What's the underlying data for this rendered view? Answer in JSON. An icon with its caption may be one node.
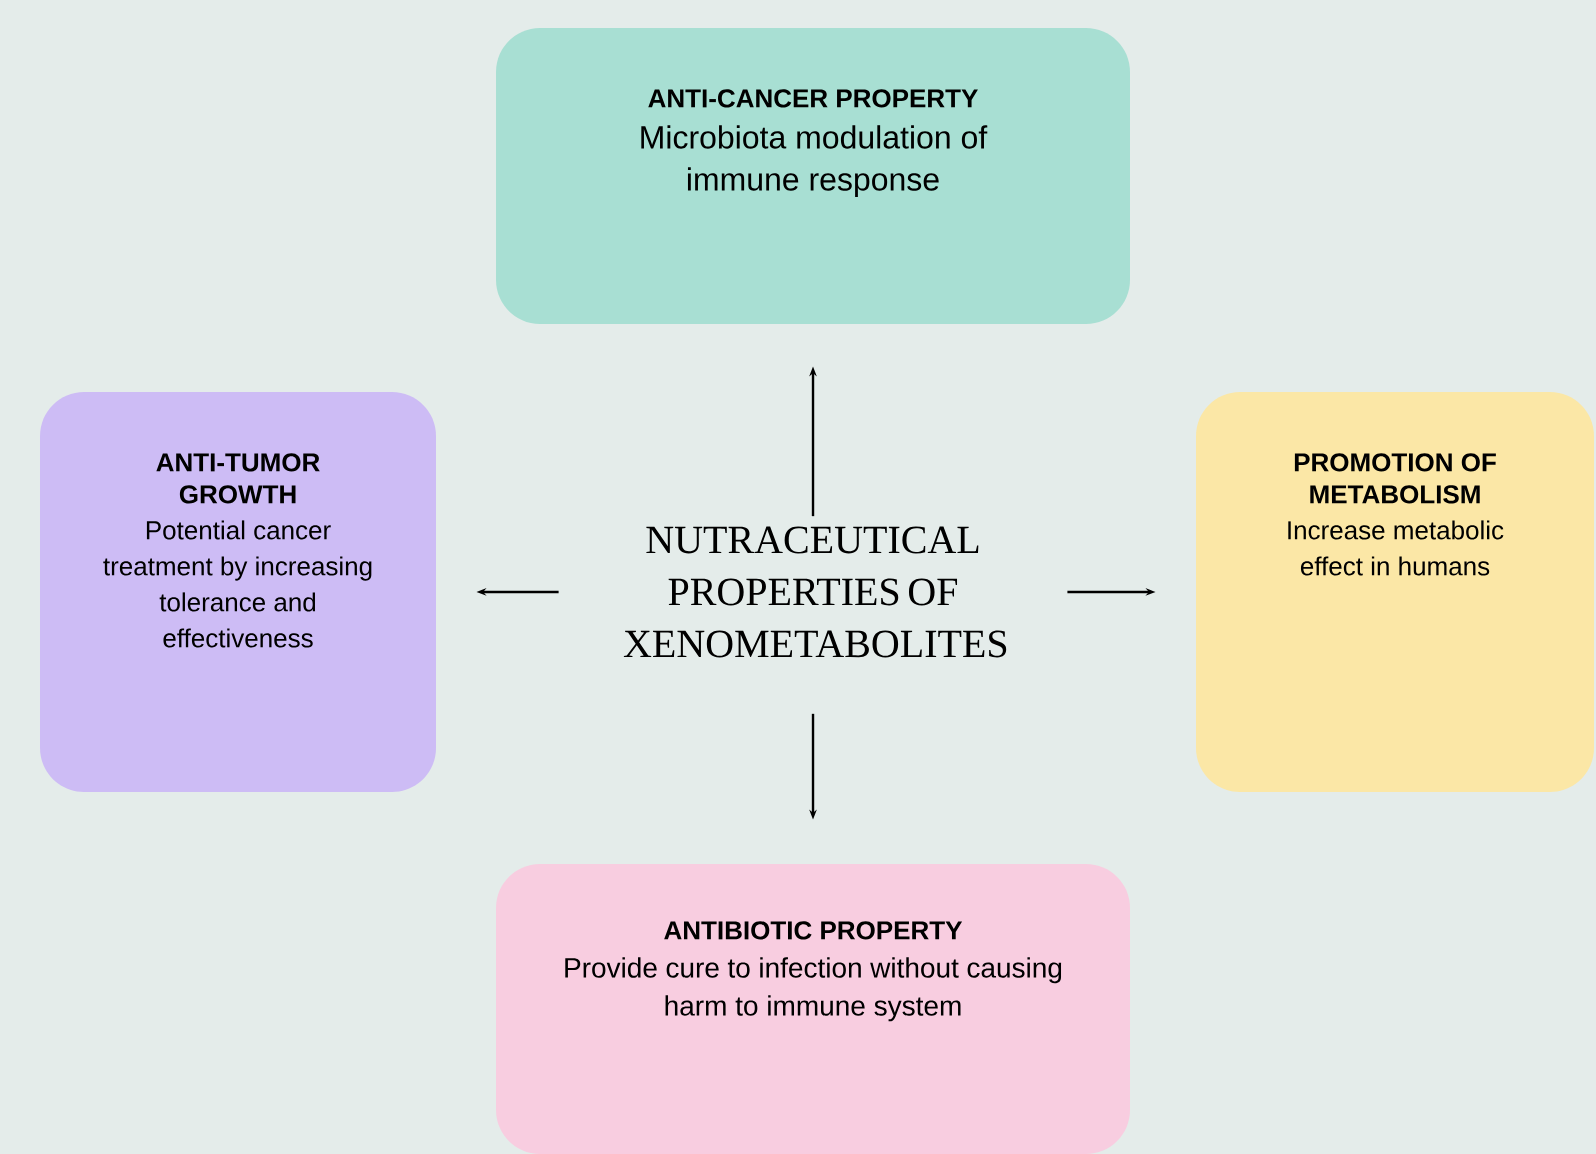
{
  "diagram": {
    "nodes": [
      {
        "text": [
          "NUTRACEUTICAL PROPERTIES OF XENOMETABOLITES"
        ]
      },
      {
        "text": [
          "ANTI-CANCER PROPERTY",
          "Microbiota modulation of immune response"
        ]
      },
      {
        "text": [
          "ANTI-TUMOR GROWTH",
          "Potential cancer treatment by increasing tolerance and effectiveness"
        ]
      },
      {
        "text": [
          "PROMOTION OF METABOLISM",
          "Increase metabolic effect in humans"
        ]
      },
      {
        "text": [
          "ANTIBIOTIC PROPERTY",
          "Provide cure to infection without causing harm to immune system"
        ]
      }
    ],
    "edges": [
      {
        "from": 0,
        "to": 1,
        "arrow": "to"
      },
      {
        "from": 0,
        "to": 2,
        "arrow": "to"
      },
      {
        "from": 0,
        "to": 3,
        "arrow": "to"
      },
      {
        "from": 0,
        "to": 4,
        "arrow": "to"
      }
    ]
  }
}
